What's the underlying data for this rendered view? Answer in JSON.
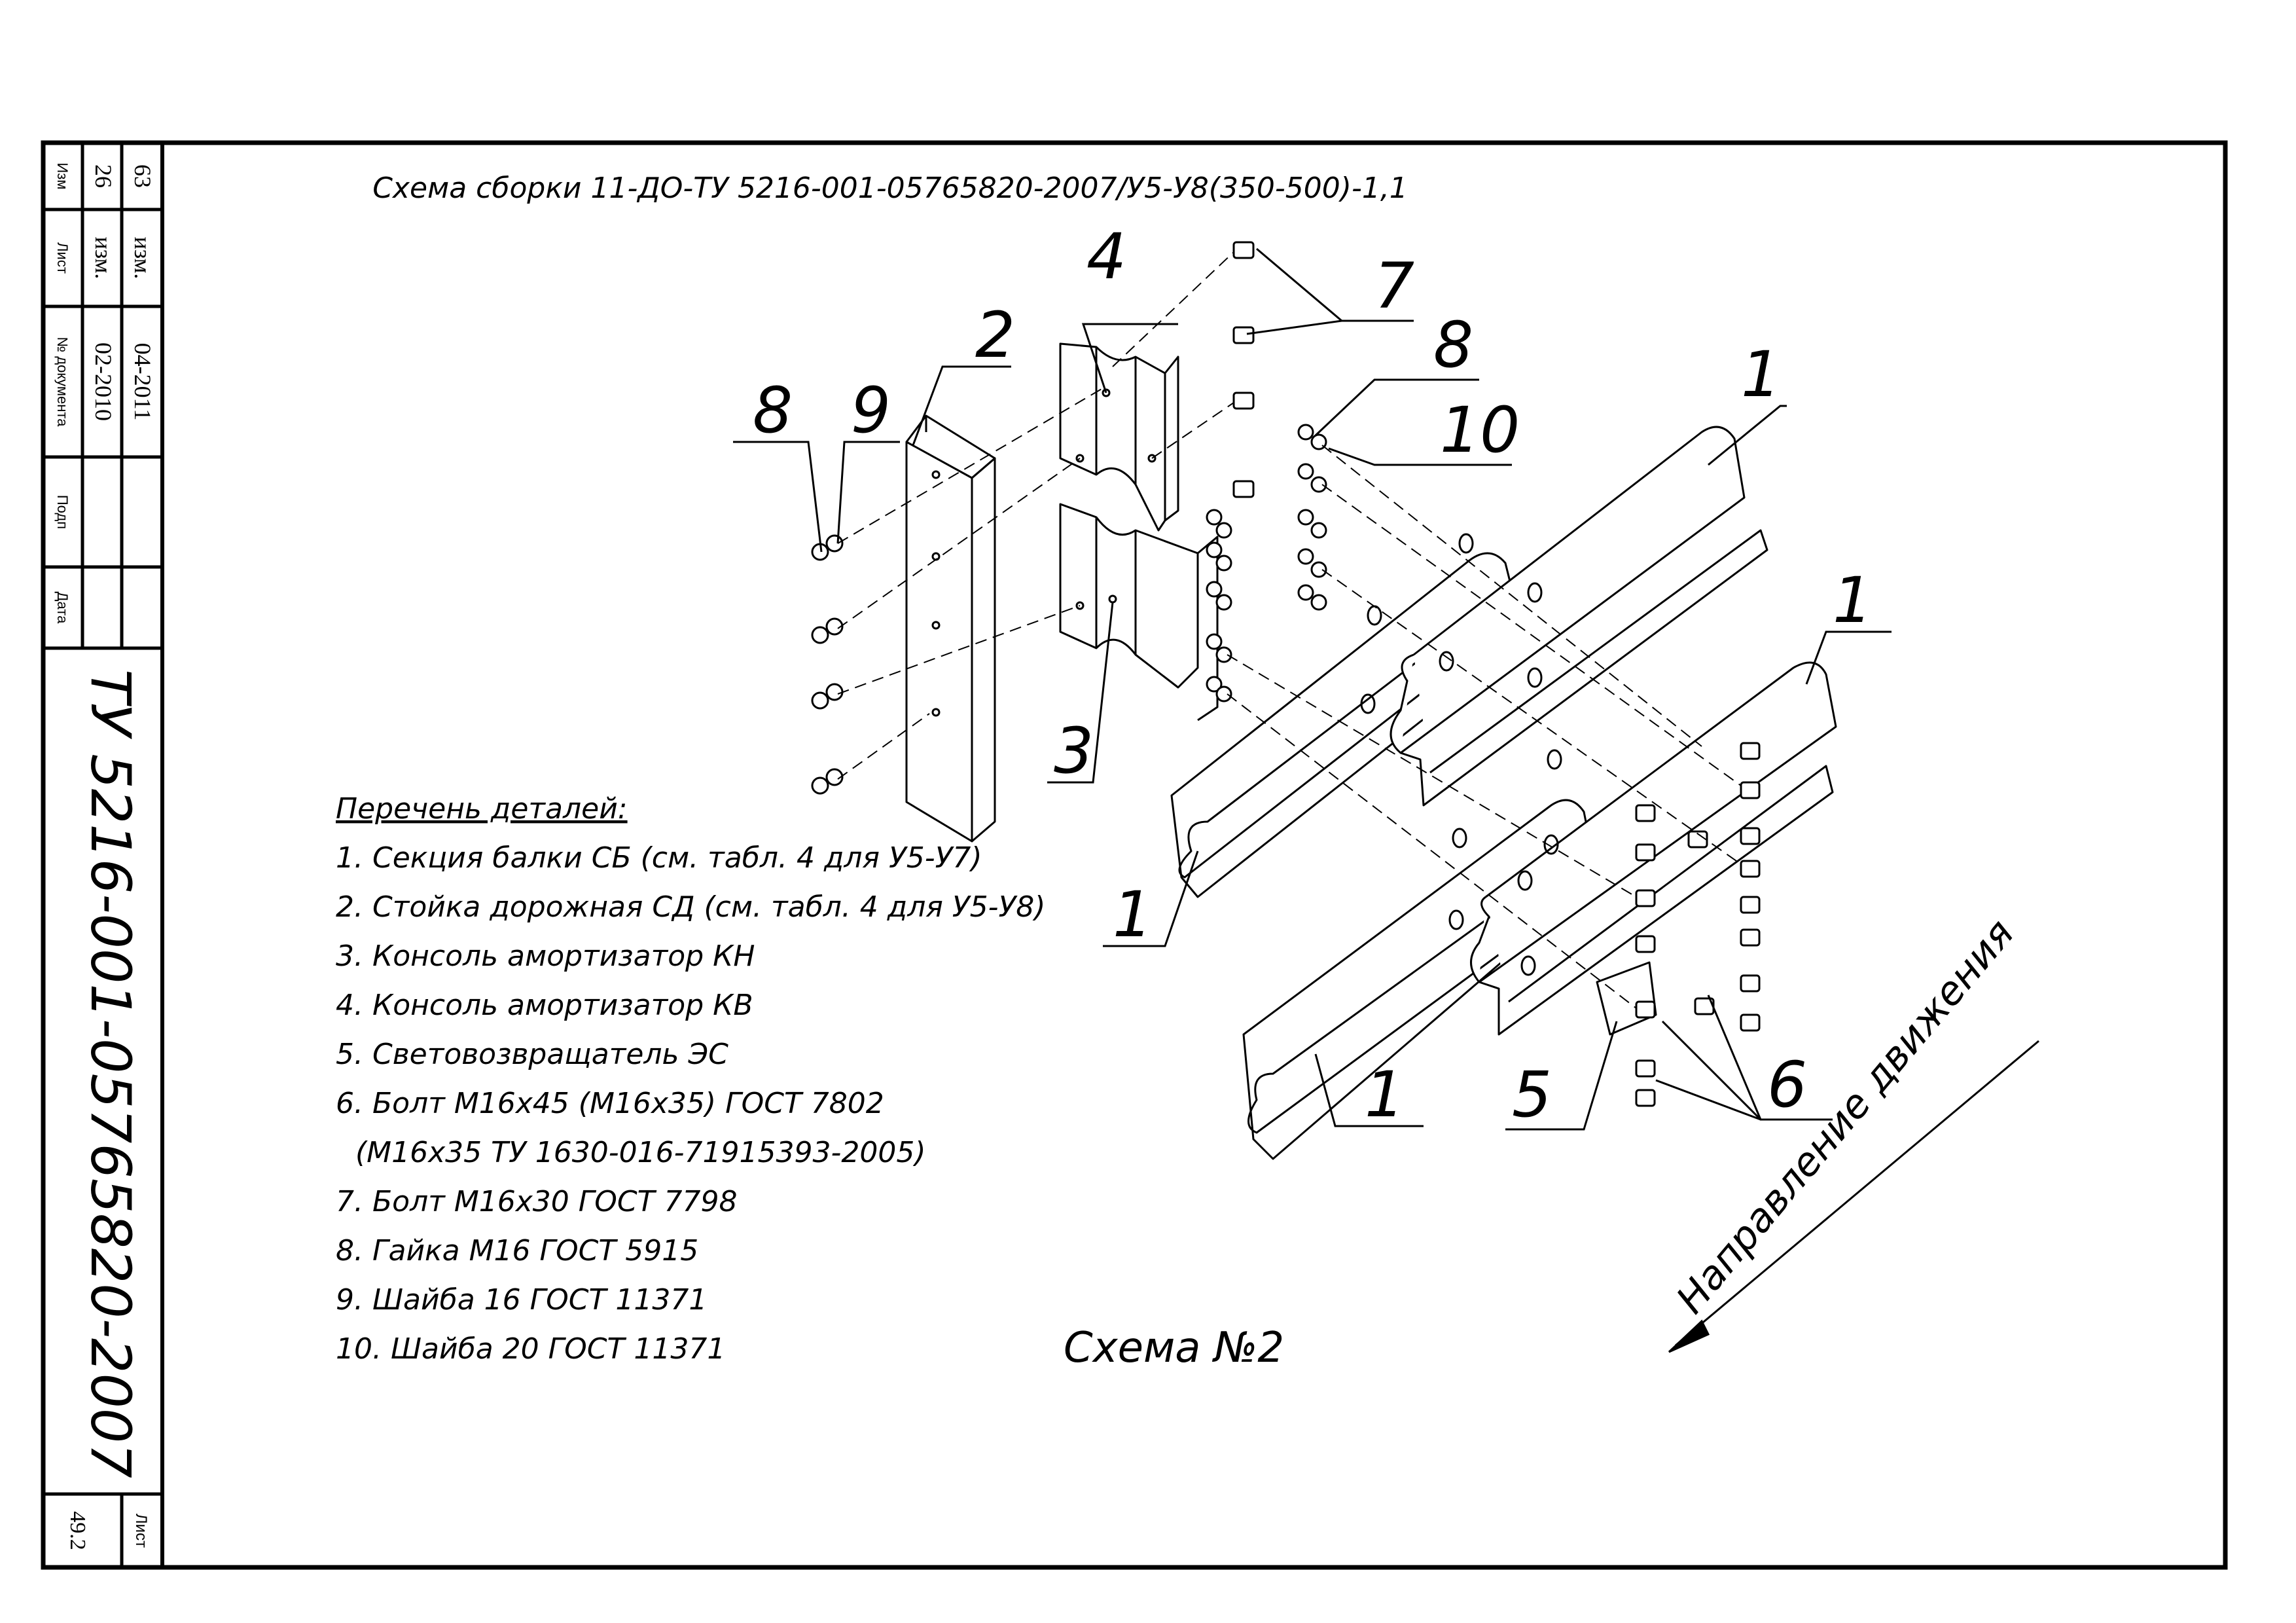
{
  "drawing": {
    "title": "Схема сборки 11-ДО-ТУ 5216-001-05765820-2007/У5-У8(350-500)-1,1",
    "scheme_label": "Схема №2",
    "direction_label": "Направление движения",
    "parts_list_heading": "Перечень деталей:",
    "parts": [
      "1. Секция балки СБ (см. табл. 4 для У5-У7)",
      "2. Стойка дорожная СД (см. табл. 4 для У5-У8)",
      "3. Консоль амортизатор КН",
      "4. Консоль амортизатор КВ",
      "5. Световозвращатель ЭС",
      "6. Болт М16х45 (М16х35) ГОСТ 7802",
      "(М16х35 ТУ 1630-016-71915393-2005)",
      "7. Болт М16х30 ГОСТ 7798",
      "8. Гайка М16 ГОСТ 5915",
      "9. Шайба 16 ГОСТ 11371",
      "10. Шайба 20 ГОСТ 11371"
    ],
    "callouts": {
      "c1a": "1",
      "c1b": "1",
      "c1c": "1",
      "c1d": "1",
      "c2": "2",
      "c3": "3",
      "c4": "4",
      "c5": "5",
      "c6": "6",
      "c7": "7",
      "c8a": "8",
      "c8b": "8",
      "c9": "9",
      "c10": "10"
    }
  },
  "stamp": {
    "document_code": "ТУ 5216-001-05765820-2007",
    "sheet_label": "Лист",
    "sheet_number": "49.2",
    "change_rows": [
      {
        "no": "63",
        "kind": "изм.",
        "doc": "04-2011"
      },
      {
        "no": "26",
        "kind": "изм.",
        "doc": "02-2010"
      }
    ],
    "headers": {
      "izm": "Изм",
      "list": "Лист",
      "doc_no": "№ документа",
      "sign": "Подп",
      "date": "Дата"
    }
  }
}
